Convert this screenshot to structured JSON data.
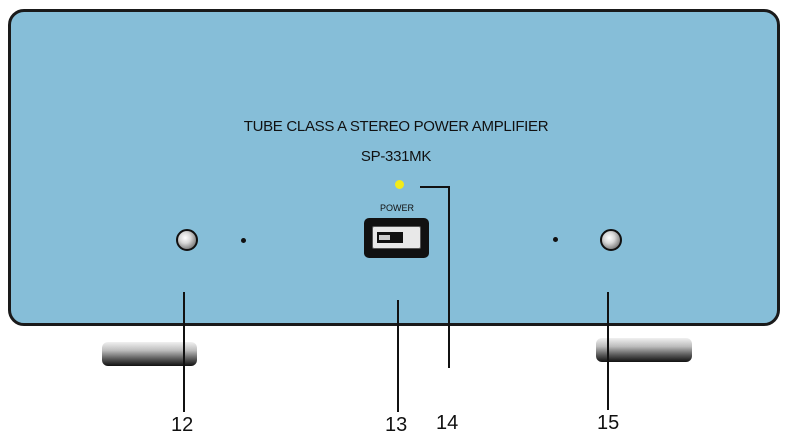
{
  "panel": {
    "title": "TUBE CLASS A STEREO POWER AMPLIFIER",
    "model": "SP-331MK",
    "power_label": "POWER",
    "color": "#86bed8",
    "led_color": "#f2ec1a"
  },
  "callouts": {
    "left_control": "12",
    "power_switch": "13",
    "power_led": "14",
    "right_control": "15"
  }
}
